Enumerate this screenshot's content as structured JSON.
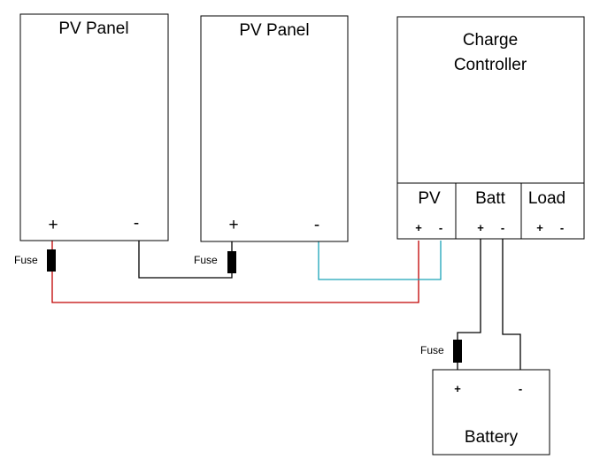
{
  "panel_left": {
    "title": "PV Panel",
    "plus": "+",
    "minus": "-"
  },
  "panel_right": {
    "title": "PV Panel",
    "plus": "+",
    "minus": "-"
  },
  "controller": {
    "title_line1": "Charge",
    "title_line2": "Controller",
    "pv": {
      "label": "PV",
      "plus": "+",
      "minus": "-"
    },
    "batt": {
      "label": "Batt",
      "plus": "+",
      "minus": "-"
    },
    "load": {
      "label": "Load",
      "plus": "+",
      "minus": "-"
    }
  },
  "battery": {
    "title": "Battery",
    "plus": "+",
    "minus": "-"
  },
  "fuses": {
    "left": "Fuse",
    "middle": "Fuse",
    "battery": "Fuse"
  },
  "colors": {
    "positive_wire": "#c00000",
    "negative_wire": "#1aa3b8",
    "series_wire": "#000000"
  }
}
